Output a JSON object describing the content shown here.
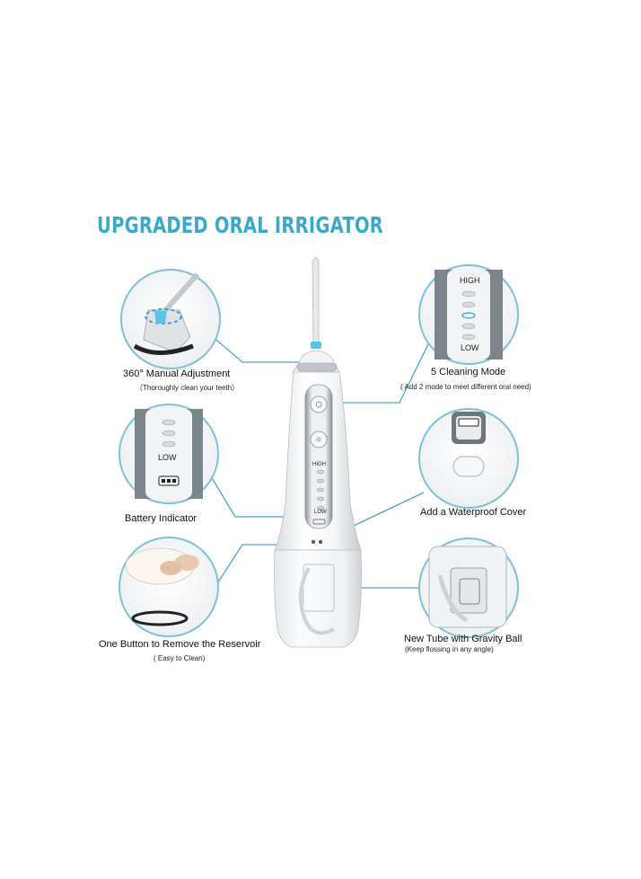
{
  "title": "UPGRADED ORAL IRRIGATOR",
  "features": {
    "adjustment": {
      "label": "360° Manual Adjustment",
      "sub": "（Thoroughly clean your teeth）"
    },
    "cleaning_mode": {
      "label": "5 Cleaning Mode",
      "sub": "( Add 2 mode to meet different oral need)"
    },
    "battery": {
      "label": "Battery Indicator"
    },
    "cover": {
      "label": "Add a Waterproof Cover"
    },
    "reservoir": {
      "label": "One Button to Remove the Reservoir",
      "sub": "( Easy to Clean)"
    },
    "tube": {
      "label": "New Tube with Gravity Ball",
      "sub": "(Keep flossing in any angle)"
    }
  },
  "device": {
    "mode_high": "HIGH",
    "mode_low": "LOW"
  },
  "colors": {
    "accent": "#3aa9c9",
    "leader": "#4aa6c8",
    "circle_border": "#7cc2da"
  }
}
